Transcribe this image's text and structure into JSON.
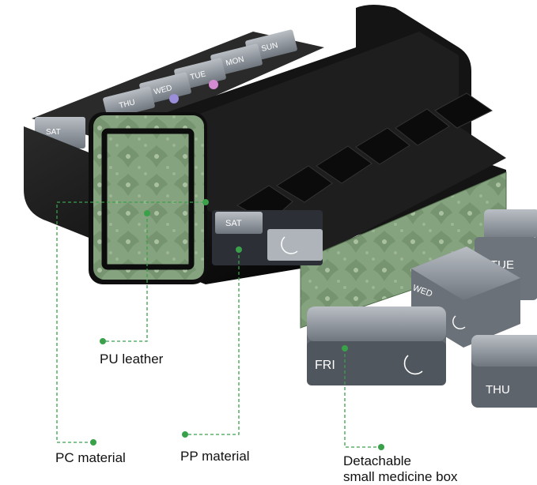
{
  "callouts": {
    "pu_leather": "PU leather",
    "pc_material": "PC material",
    "pp_material": "PP material",
    "detachable_line1": "Detachable",
    "detachable_line2": "small medicine box"
  },
  "day_labels": {
    "sun": "SUN",
    "mon": "MON",
    "tue": "TUE",
    "wed": "WED",
    "thu": "THU",
    "fri": "FRI",
    "sat": "SAT"
  },
  "colors": {
    "leather_green": "#7f9d78",
    "callout_green": "#3aa04a",
    "organizer_black": "#151515",
    "lid_gray": "#8d939a"
  }
}
